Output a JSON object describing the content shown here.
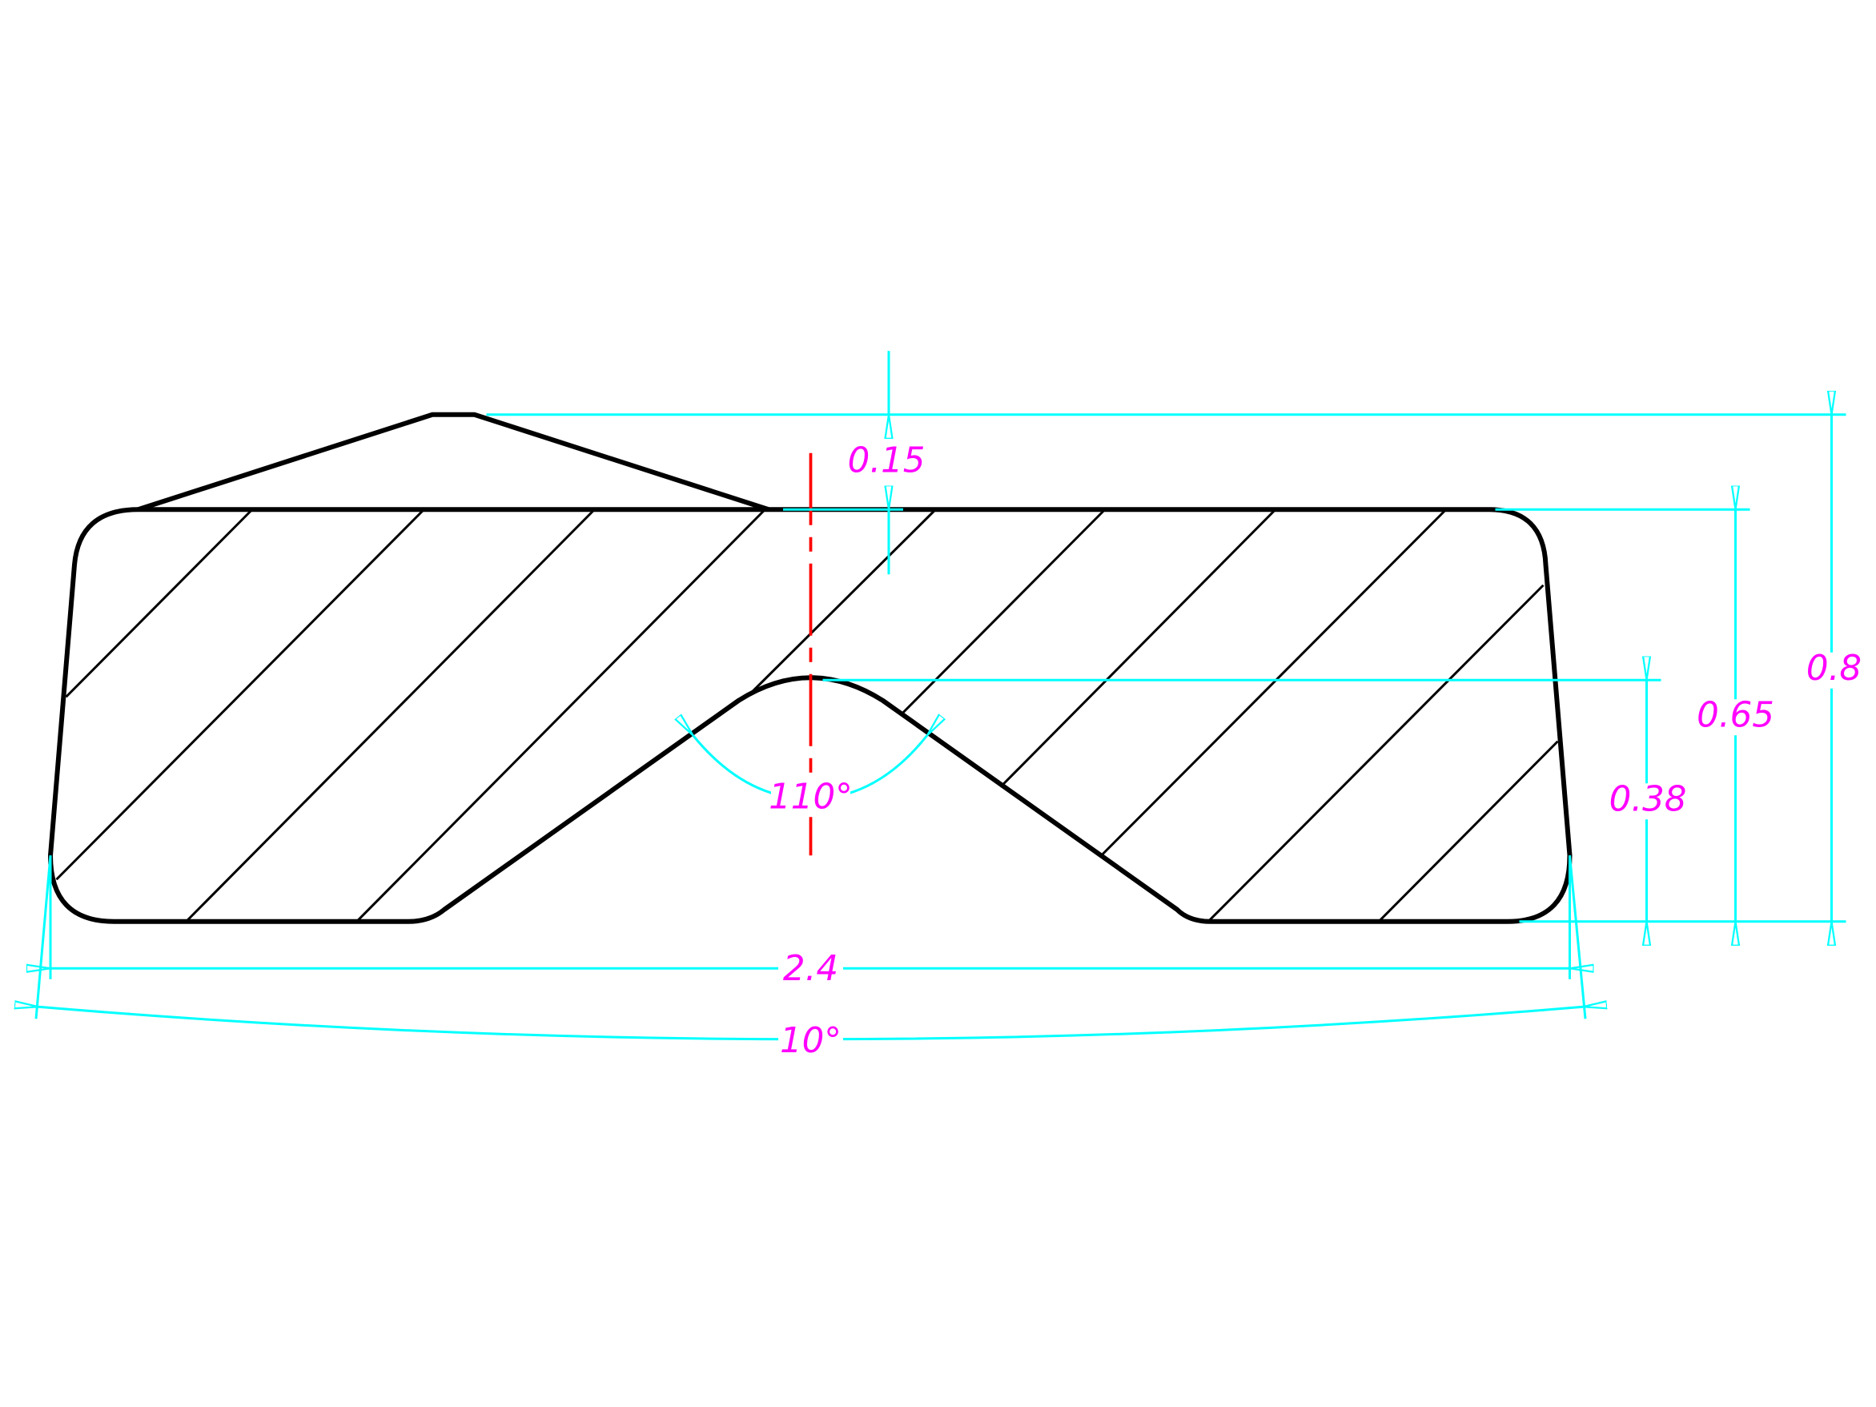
{
  "drawing": {
    "colors": {
      "outline": "#000000",
      "dimension": "#00ffff",
      "text": "#ff00ff",
      "centerline": "#ff0000"
    },
    "dimensions": {
      "top_step": "0.15",
      "total_height": "0.8",
      "body_height": "0.65",
      "groove_height": "0.38",
      "groove_angle": "110°",
      "width": "2.4",
      "side_taper_angle": "10°"
    }
  }
}
